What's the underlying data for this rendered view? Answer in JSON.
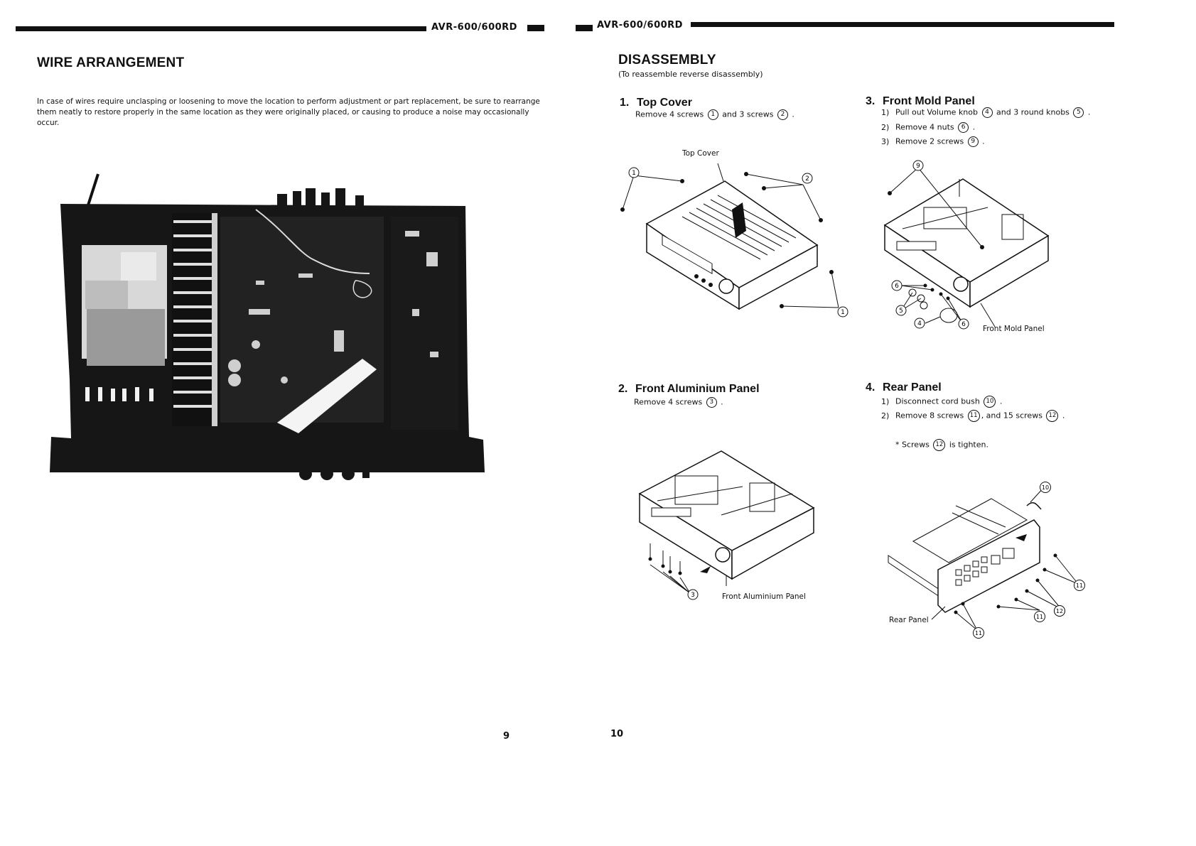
{
  "header": {
    "left_model": "AVR-600/600RD",
    "right_model": "AVR-600/600RD"
  },
  "left_page": {
    "title": "WIRE ARRANGEMENT",
    "intro": "In case of wires require unclasping or loosening to move the location to perform adjustment or part replacement, be sure to rearrange them neatly to restore properly in the same location as they were originally placed, or causing to produce a noise may occasionally occur.",
    "page_number": "9"
  },
  "right_page": {
    "title": "DISASSEMBLY",
    "subtitle": "(To reassemble reverse disassembly)",
    "page_number": "10",
    "sections": [
      {
        "num": "1.",
        "title": "Top Cover",
        "step_text_a": "Remove 4 screws",
        "callout_a": "1",
        "step_text_b": "and 3 screws",
        "callout_b": "2",
        "diagram_label": "Top Cover"
      },
      {
        "num": "2.",
        "title": "Front Aluminium Panel",
        "step_text_a": "Remove 4 screws",
        "callout_a": "3",
        "diagram_label": "Front Aluminium Panel"
      },
      {
        "num": "3.",
        "title": "Front Mold Panel",
        "steps": [
          {
            "n": "1)",
            "a": "Pull out Volume knob",
            "c1": "4",
            "b": "and 3 round knobs",
            "c2": "5"
          },
          {
            "n": "2)",
            "a": "Remove 4 nuts",
            "c1": "6"
          },
          {
            "n": "3)",
            "a": "Remove 2 screws",
            "c1": "9"
          }
        ],
        "diagram_label": "Front Mold Panel"
      },
      {
        "num": "4.",
        "title": "Rear Panel",
        "steps": [
          {
            "n": "1)",
            "a": "Disconnect cord bush",
            "c1": "10"
          },
          {
            "n": "2)",
            "a": "Remove 8 screws",
            "c1": "11",
            "b": ", and 15 screws",
            "c2": "12"
          }
        ],
        "note_a": "* Screws",
        "note_c": "12",
        "note_b": "is tighten.",
        "diagram_label": "Rear Panel"
      }
    ]
  },
  "callouts": {
    "c1": "1",
    "c2": "2",
    "c3": "3",
    "c4": "4",
    "c5": "5",
    "c6": "6",
    "c9": "9",
    "c10": "10",
    "c11": "11",
    "c12": "12"
  }
}
